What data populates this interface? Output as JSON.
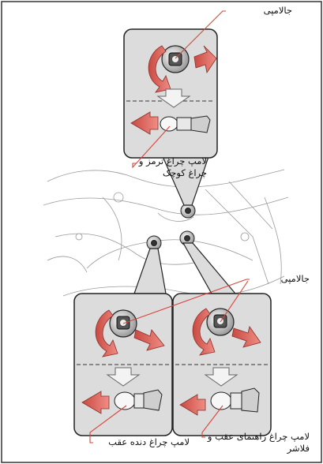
{
  "labels": {
    "socket_top": "جالامپی",
    "brake_tail": "لامپ چراغ ترمز و چراغ کوچک",
    "socket_bottom": "جالامپی",
    "reverse": "لامپ چراغ دنده عقب",
    "turn_signal": "لامپ چراغ راهنمای عقب و فلاشر"
  },
  "colors": {
    "panel_bg": "#dcdcdc",
    "panel_border": "#222222",
    "arrow_red": "#e2665e",
    "arrow_red_dark": "#b7423b",
    "leader_red": "#d9443a",
    "outline": "#111111"
  },
  "icons": [
    "rotate-ccw-arrow-icon",
    "pull-out-arrow-icon",
    "down-step-arrow-icon",
    "bulb-icon",
    "socket-icon"
  ]
}
